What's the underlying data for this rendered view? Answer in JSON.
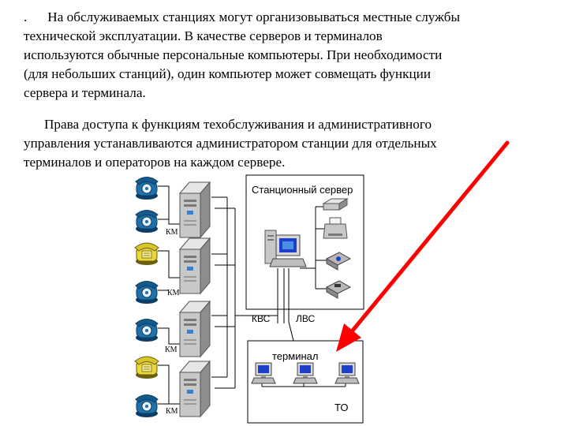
{
  "text": {
    "p1_lead": ".",
    "p1_line1": "На обслуживаемых станциях могут организовываться местные службы",
    "p1_line2": "технической эксплуатации. В качестве серверов и терминалов",
    "p1_line3": "используются обычные персональные компьютеры. При необходимости",
    "p1_line4": "(для небольших станций), один компьютер может совмещать функции",
    "p1_line5": "сервера и терминала.",
    "p2_line1": "Права доступа к функциям техобслуживания и административного",
    "p2_line2": "управления устанавливаются администратором станции для отдельных",
    "p2_line3": "терминалов и операторов на каждом сервере."
  },
  "diagram": {
    "station_server_label": "Станционный сервер",
    "kvs_label": "КВС",
    "lvs_label": "ЛВС",
    "terminal_label": "терминал",
    "to_label": "ТО",
    "km_labels": [
      "КМ",
      "КМ",
      "КМ",
      "КМ"
    ],
    "colors": {
      "arrow": "#ff0000",
      "phone_blue": "#1f6fa8",
      "phone_yellow": "#e8d83c",
      "server_gray": "#c8c8c8",
      "screen_blue": "#1d3fc9",
      "line": "#000000"
    }
  }
}
